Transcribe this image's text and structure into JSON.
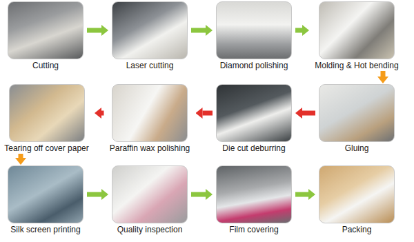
{
  "diagram": {
    "nodes": [
      {
        "text": [
          "Cutting"
        ]
      },
      {
        "text": [
          "Laser cutting"
        ]
      },
      {
        "text": [
          "Diamond polishing"
        ]
      },
      {
        "text": [
          "Molding & Hot bending"
        ]
      },
      {
        "text": [
          "Tearing off cover paper"
        ]
      },
      {
        "text": [
          "Paraffin wax polishing"
        ]
      },
      {
        "text": [
          "Die cut deburring"
        ]
      },
      {
        "text": [
          "Gluing"
        ]
      },
      {
        "text": [
          "Silk screen printing"
        ]
      },
      {
        "text": [
          "Quality inspection"
        ]
      },
      {
        "text": [
          "Film covering"
        ]
      },
      {
        "text": [
          "Packing"
        ]
      }
    ],
    "edges": [
      {
        "from": 0,
        "to": 1,
        "arrow": "to"
      },
      {
        "from": 1,
        "to": 2,
        "arrow": "to"
      },
      {
        "from": 2,
        "to": 3,
        "arrow": "to"
      },
      {
        "from": 3,
        "to": 7,
        "arrow": "to"
      },
      {
        "from": 7,
        "to": 6,
        "arrow": "to"
      },
      {
        "from": 6,
        "to": 5,
        "arrow": "to"
      },
      {
        "from": 5,
        "to": 4,
        "arrow": "to"
      },
      {
        "from": 4,
        "to": 8,
        "arrow": "to"
      },
      {
        "from": 8,
        "to": 9,
        "arrow": "to"
      },
      {
        "from": 9,
        "to": 10,
        "arrow": "to"
      },
      {
        "from": 10,
        "to": 11,
        "arrow": "to"
      }
    ]
  }
}
